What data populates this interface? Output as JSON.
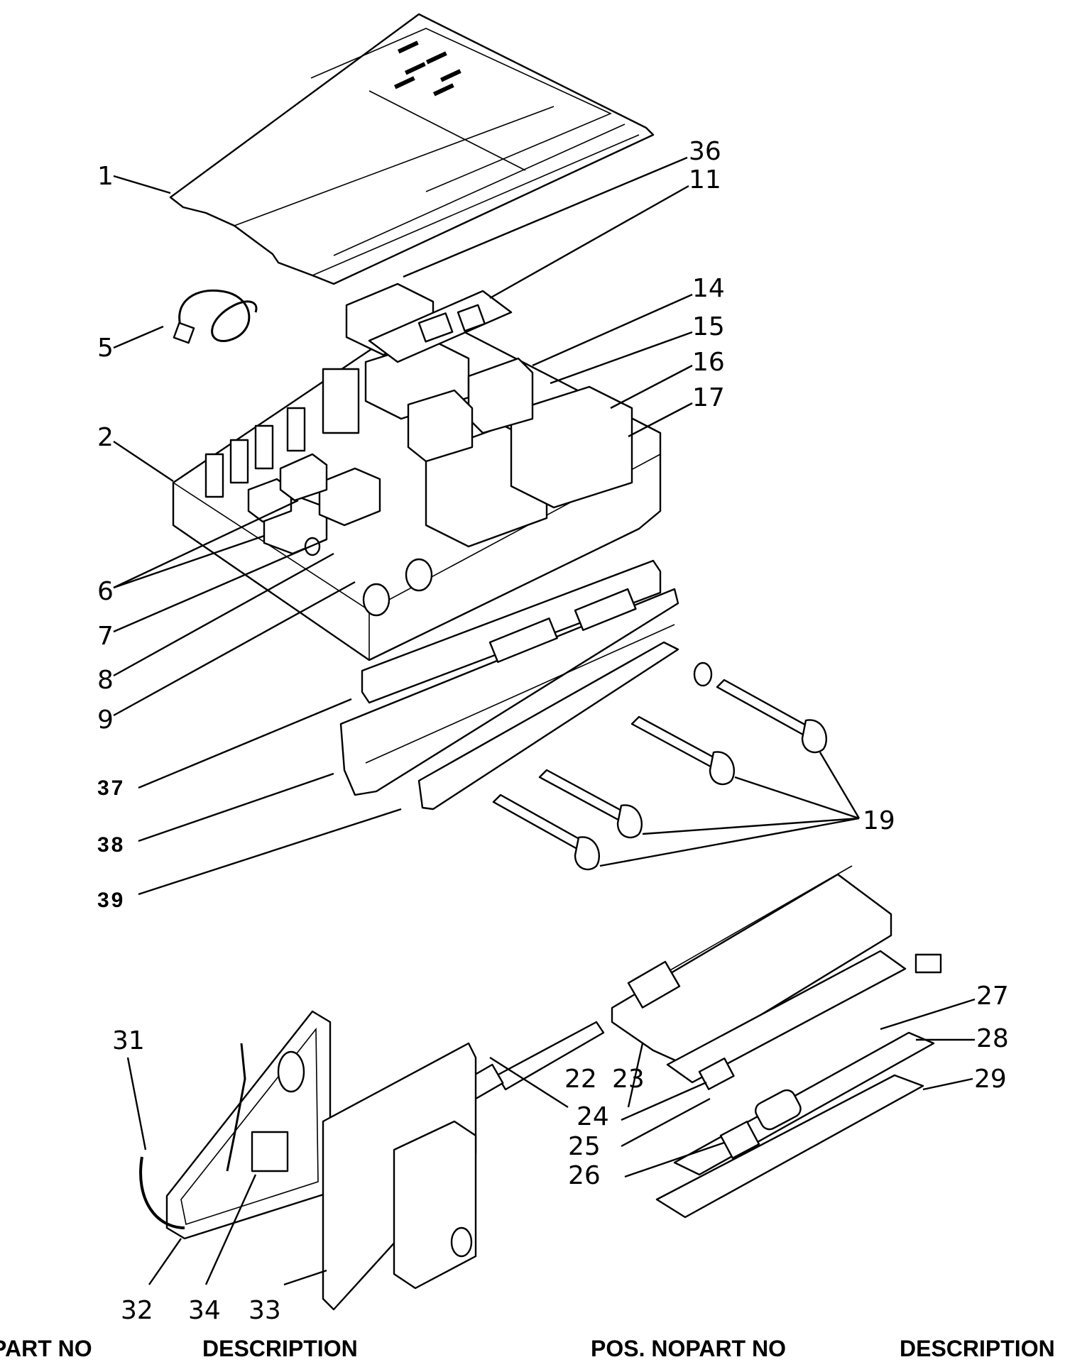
{
  "labels": {
    "p1": "1",
    "p2": "2",
    "p5": "5",
    "p6": "6",
    "p7": "7",
    "p8": "8",
    "p9": "9",
    "p11": "11",
    "p14": "14",
    "p15": "15",
    "p16": "16",
    "p17": "17",
    "p19": "19",
    "p22": "22",
    "p23": "23",
    "p24": "24",
    "p25": "25",
    "p26": "26",
    "p27": "27",
    "p28": "28",
    "p29": "29",
    "p31": "31",
    "p32": "32",
    "p33": "33",
    "p34": "34",
    "p36": "36",
    "p37": "37",
    "p38": "38",
    "p39": "39"
  },
  "table_header": {
    "left_part_no": "PART NO",
    "left_description": "DESCRIPTION",
    "right_pos_part_no": "POS. NOPART NO",
    "right_description": "DESCRIPTION"
  }
}
